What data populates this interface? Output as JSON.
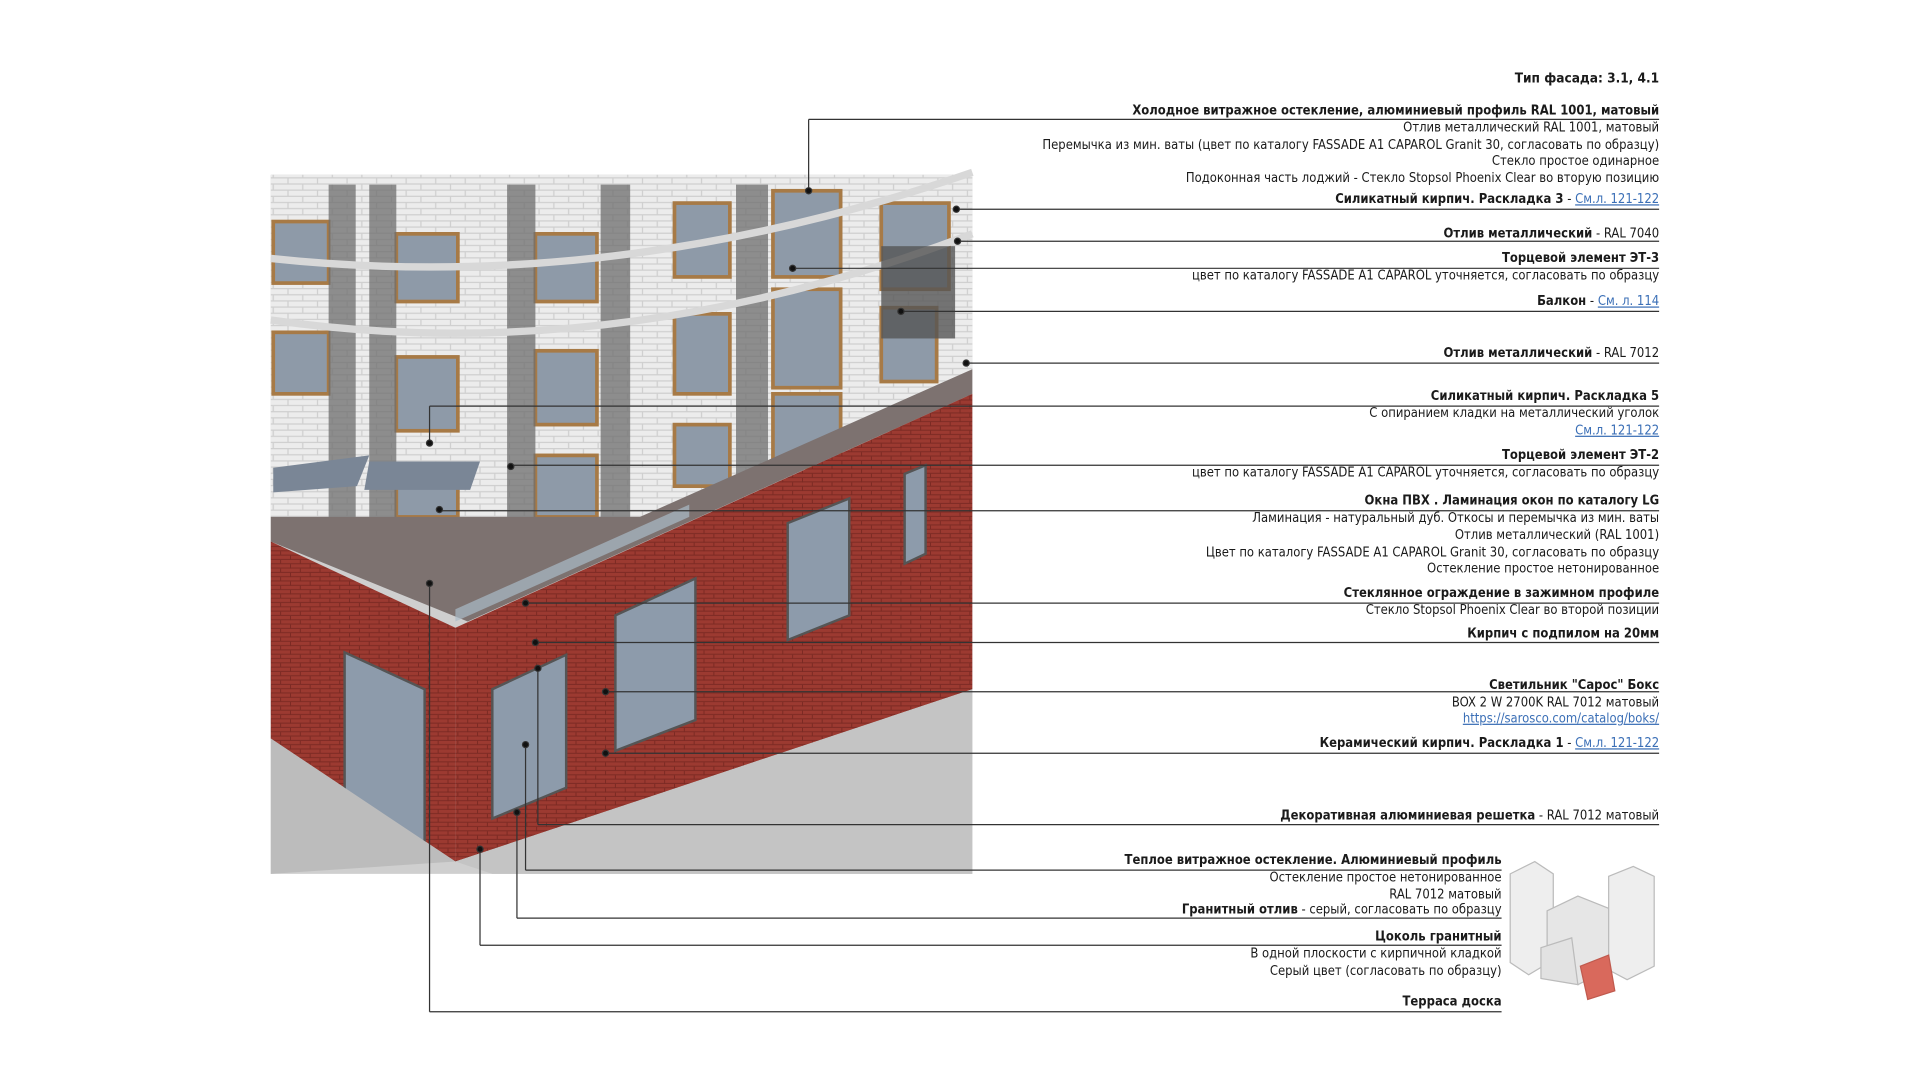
{
  "title": "Тип фасада: 3.1, 4.1",
  "callouts": [
    {
      "lines": [
        {
          "bold": "Холодное витражное остекление, алюминиевый профиль RAL 1001, матовый"
        },
        {
          "text": "Отлив металлический RAL 1001, матовый"
        },
        {
          "text": "Перемычка из мин. ваты (цвет по каталогу FASSADE A1 CAPAROL Granit 30, согласовать по образцу)"
        },
        {
          "text": "Стекло простое одинарное"
        },
        {
          "text": "Подоконная часть лоджий - Стекло Stopsol Phoenix Clear во вторую позицию"
        }
      ]
    },
    {
      "lines": [
        {
          "bold": "Силикатный кирпич. Раскладка 3",
          "text": " - ",
          "link": "См.л. 121-122"
        }
      ]
    },
    {
      "lines": [
        {
          "bold": "Отлив металлический",
          "text": " - RAL 7040"
        }
      ]
    },
    {
      "lines": [
        {
          "bold": "Торцевой элемент ЭТ-3"
        },
        {
          "text": "цвет по каталогу FASSADE A1 CAPAROL уточняется, согласовать по образцу"
        }
      ]
    },
    {
      "lines": [
        {
          "bold": "Балкон",
          "text": " - ",
          "link": "См. л. 114"
        }
      ]
    },
    {
      "lines": [
        {
          "bold": "Отлив металлический",
          "text": " - RAL 7012"
        }
      ]
    },
    {
      "lines": [
        {
          "bold": "Силикатный кирпич. Раскладка 5"
        },
        {
          "text": "С опиранием кладки на металлический уголок"
        },
        {
          "link": "См.л. 121-122"
        }
      ]
    },
    {
      "lines": [
        {
          "bold": "Торцевой элемент ЭТ-2"
        },
        {
          "text": "цвет по каталогу FASSADE A1 CAPAROL уточняется, согласовать по образцу"
        }
      ]
    },
    {
      "lines": [
        {
          "bold": "Окна ПВХ . Ламинация окон по каталогу LG"
        },
        {
          "text": "Ламинация - натуральный дуб. Откосы и перемычка из мин. ваты"
        },
        {
          "text": "Отлив металлический (RAL 1001)"
        },
        {
          "text": "Цвет по каталогу FASSADE A1 CAPAROL Granit 30, согласовать по образцу"
        },
        {
          "text": "Остекление простое нетонированное"
        }
      ]
    },
    {
      "lines": [
        {
          "bold": "Стеклянное ограждение в зажимном профиле"
        },
        {
          "text": "Стекло Stopsol Phoenix Clear во второй позиции"
        }
      ]
    },
    {
      "lines": [
        {
          "bold": "Кирпич с подпилом на 20мм"
        }
      ]
    },
    {
      "lines": [
        {
          "bold": "Светильник \"Сарос\" Бокс"
        },
        {
          "text": "BOX 2 W 2700K RAL 7012 матовый"
        },
        {
          "link": "https://sarosco.com/catalog/boks/"
        }
      ]
    },
    {
      "lines": [
        {
          "bold": "Керамический кирпич. Раскладка 1",
          "text": " - ",
          "link": "См.л. 121-122"
        }
      ]
    },
    {
      "lines": [
        {
          "bold": "Декоративная алюминиевая решетка",
          "text": " - RAL 7012 матовый"
        }
      ]
    },
    {
      "lines": [
        {
          "bold": "Теплое витражное остекление. Алюминиевый профиль"
        },
        {
          "text": "Остекление простое нетонированное"
        },
        {
          "text": "RAL 7012 матовый"
        }
      ]
    },
    {
      "lines": [
        {
          "bold": "Гранитный отлив",
          "text": " - серый, согласовать по образцу"
        }
      ]
    },
    {
      "lines": [
        {
          "bold": "Цоколь гранитный"
        },
        {
          "text": "В одной плоскости с кирпичной кладкой"
        },
        {
          "text": "Серый цвет (согласовать по образцу)"
        }
      ]
    },
    {
      "lines": [
        {
          "bold": "Терраса доска"
        }
      ]
    }
  ],
  "colors": {
    "link": "#3b6fb6",
    "brick_red": "#9a3b32",
    "silicate_brick": "#e6e6e6",
    "glass": "#8d9bab",
    "ground": "#c9c9c9",
    "key_highlight": "#d9695c"
  }
}
